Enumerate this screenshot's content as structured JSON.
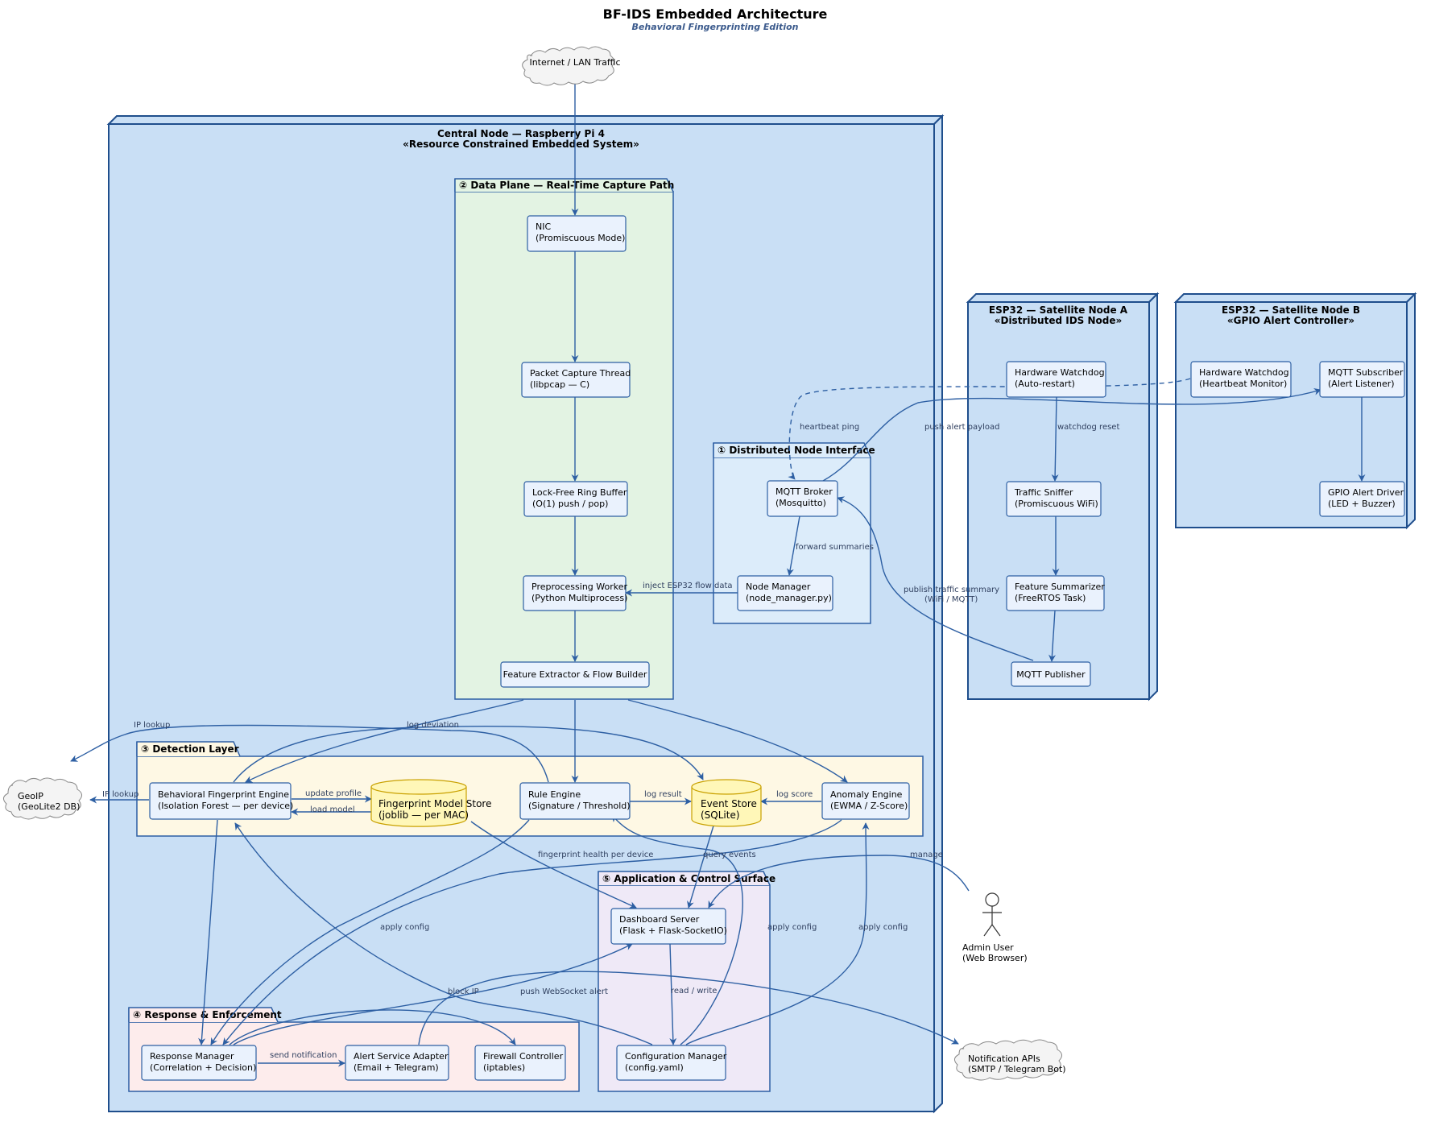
{
  "title": "BF-IDS Embedded Architecture",
  "subtitle": "Behavioral Fingerprinting Edition",
  "clouds": {
    "internet": [
      "Internet / LAN Traffic"
    ],
    "geoip": [
      "GeoIP",
      "(GeoLite2 DB)"
    ],
    "notify": [
      "Notification APIs",
      "(SMTP / Telegram Bot)"
    ]
  },
  "actor": {
    "admin": [
      "Admin User",
      "(Web Browser)"
    ]
  },
  "nodes": {
    "central": [
      "Central Node — Raspberry Pi 4",
      "«Resource Constrained Embedded System»"
    ],
    "esp_a": [
      "ESP32 — Satellite Node A",
      "«Distributed IDS Node»"
    ],
    "esp_b": [
      "ESP32 — Satellite Node B",
      "«GPIO Alert Controller»"
    ]
  },
  "packages": {
    "data_plane": "② Data Plane  —  Real-Time Capture Path",
    "distributed": "① Distributed Node Interface",
    "detection": "③ Detection Layer",
    "app": "⑤ Application & Control Surface",
    "response": "④ Response & Enforcement"
  },
  "components": {
    "nic": [
      "NIC",
      "(Promiscuous Mode)"
    ],
    "capture": [
      "Packet Capture Thread",
      "(libpcap — C)"
    ],
    "ring": [
      "Lock-Free Ring Buffer",
      "(O(1) push / pop)"
    ],
    "preproc": [
      "Preprocessing Worker",
      "(Python Multiprocess)"
    ],
    "feature": [
      "Feature Extractor & Flow Builder"
    ],
    "broker": [
      "MQTT Broker",
      "(Mosquitto)"
    ],
    "nodemgr": [
      "Node Manager",
      "(node_manager.py)"
    ],
    "bfe": [
      "Behavioral Fingerprint Engine",
      "(Isolation Forest — per device)"
    ],
    "rule": [
      "Rule Engine",
      "(Signature / Threshold)"
    ],
    "anomaly": [
      "Anomaly Engine",
      "(EWMA / Z-Score)"
    ],
    "dashboard": [
      "Dashboard Server",
      "(Flask + Flask-SocketIO)"
    ],
    "config": [
      "Configuration Manager",
      "(config.yaml)"
    ],
    "response": [
      "Response Manager",
      "(Correlation + Decision)"
    ],
    "alert": [
      "Alert Service Adapter",
      "(Email + Telegram)"
    ],
    "firewall": [
      "Firewall Controller",
      "(iptables)"
    ],
    "hw_a": [
      "Hardware Watchdog",
      "(Auto-restart)"
    ],
    "sniffer": [
      "Traffic Sniffer",
      "(Promiscuous WiFi)"
    ],
    "summ": [
      "Feature Summarizer",
      "(FreeRTOS Task)"
    ],
    "pub": [
      "MQTT Publisher"
    ],
    "hw_b": [
      "Hardware Watchdog",
      "(Heartbeat Monitor)"
    ],
    "sub": [
      "MQTT Subscriber",
      "(Alert Listener)"
    ],
    "gpio": [
      "GPIO Alert Driver",
      "(LED + Buzzer)"
    ]
  },
  "databases": {
    "fms": [
      "Fingerprint Model Store",
      "(joblib — per MAC)"
    ],
    "event": [
      "Event Store",
      "(SQLite)"
    ]
  },
  "edge_labels": {
    "heartbeat": "heartbeat ping",
    "push_alert": "push alert payload",
    "watchdog_reset": "watchdog reset",
    "forward": "forward summaries",
    "inject": "inject ESP32 flow data",
    "publish": [
      "publish traffic summary",
      "(WiFi / MQTT)"
    ],
    "ip_lookup_1": "IP lookup",
    "log_deviation": "log deviation",
    "ip_lookup_2": "IP lookup",
    "update_profile": "update profile",
    "load_model": "load model",
    "log_result": "log result",
    "log_score": "log score",
    "fp_health": "fingerprint health per device",
    "query_events": "query events",
    "manage": "manage",
    "apply_config_1": "apply config",
    "apply_config_2": "apply config",
    "apply_config_3": "apply config",
    "read_write": "read / write",
    "block_ip": "block IP",
    "push_ws": "push WebSocket alert",
    "send_notif": "send notification"
  },
  "colors": {
    "node_fill": "#c9dff5",
    "node_stroke": "#1f4e8c",
    "data_plane_fill": "#e3f3e3",
    "distributed_fill": "#dcecfa",
    "detection_fill": "#fef8e4",
    "app_fill": "#efe9f7",
    "response_fill": "#fdecec",
    "db_fill": "#fff7b8",
    "db_stroke": "#c9a100",
    "edge": "#2d5fa3"
  }
}
